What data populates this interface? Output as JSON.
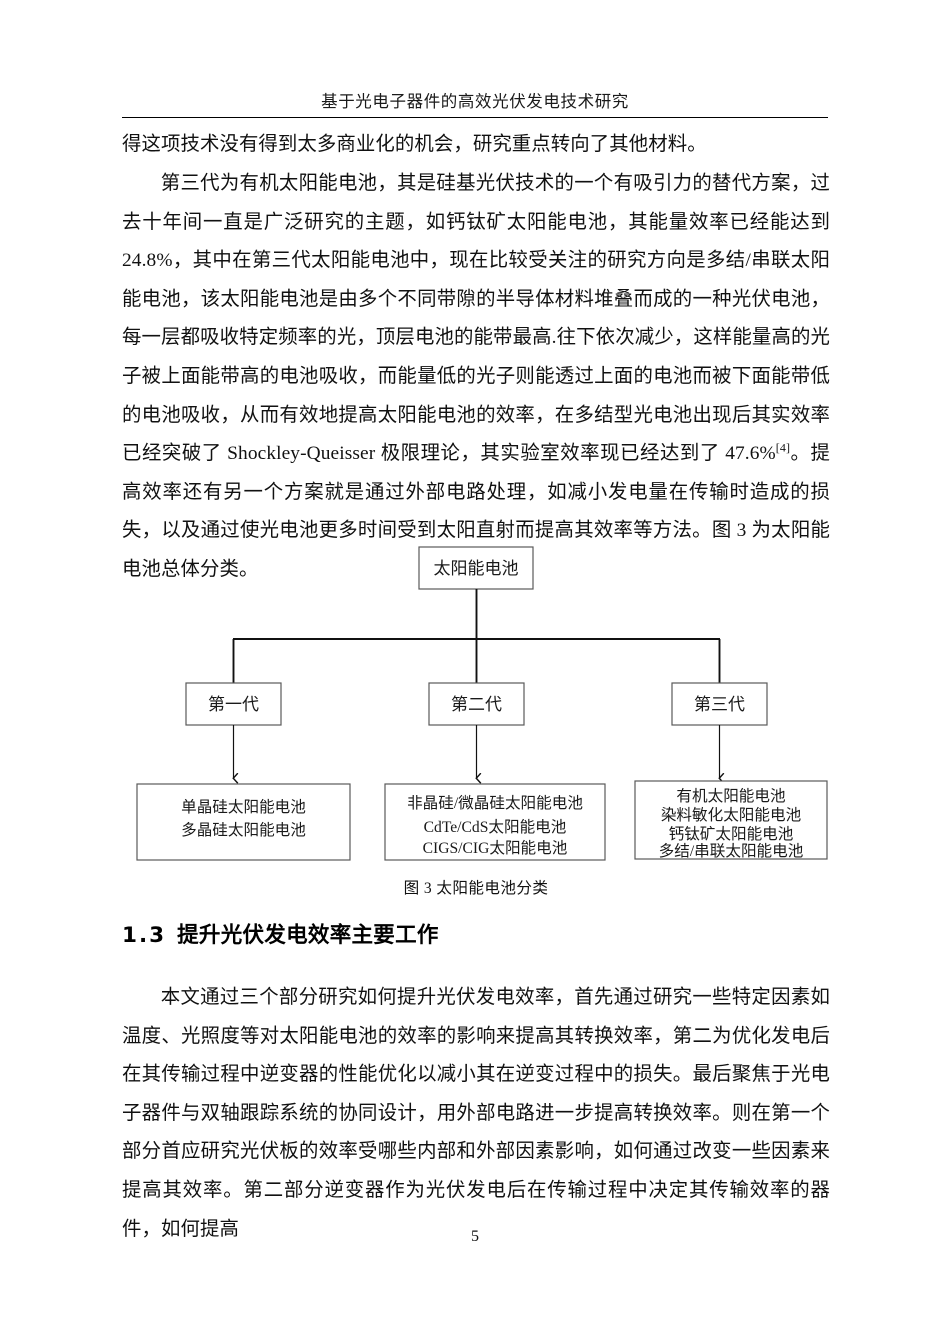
{
  "header": {
    "title": "基于光电子器件的高效光伏发电技术研究"
  },
  "body": {
    "paragraph_1": "得这项技术没有得到太多商业化的机会，研究重点转向了其他材料。",
    "paragraph_2_part1": "第三代为有机太阳能电池，其是硅基光伏技术的一个有吸引力的替代方案，过去十年间一直是广泛研究的主题，如钙钛矿太阳能电池，其能量效率已经能达到 24.8%，其中在第三代太阳能电池中，现在比较受关注的研究方向是多结/串联太阳能电池，该太阳能电池是由多个不同带隙的半导体材料堆叠而成的一种光伏电池，每一层都吸收特定频率的光，顶层电池的能带最高.往下依次减少，这样能量高的光子被上面能带高的电池吸收，而能量低的光子则能透过上面的电池而被下面能带低的电池吸收，从而有效地提高太阳能电池的效率，在多结型光电池出现后其实效率已经突破了 Shockley-Queisser 极限理论，其实验室效率现已经达到了 47.6%",
    "paragraph_2_ref": "[4]",
    "paragraph_2_part2": "。提高效率还有另一个方案就是通过外部电路处理，如减小发电量在传输时造成的损失，以及通过使光电池更多时间受到太阳直射而提高其效率等方法。图 3 为太阳能电池总体分类。",
    "paragraph_3": "本文通过三个部分研究如何提升光伏发电效率，首先通过研究一些特定因素如温度、光照度等对太阳能电池的效率的影响来提高其转换效率，第二为优化发电后在其传输过程中逆变器的性能优化以减小其在逆变过程中的损失。最后聚焦于光电子器件与双轴跟踪系统的协同设计，用外部电路进一步提高转换效率。则在第一个部分首应研究光伏板的效率受哪些内部和外部因素影响，如何通过改变一些因素来提高其效率。第二部分逆变器作为光伏发电后在传输过程中决定其传输效率的器件，如何提高"
  },
  "figure": {
    "caption": "图 3  太阳能电池分类",
    "root": "太阳能电池",
    "generations": [
      {
        "label": "第一代"
      },
      {
        "label": "第二代"
      },
      {
        "label": "第三代"
      }
    ],
    "leaf_groups": [
      {
        "lines": [
          "单晶硅太阳能电池",
          "多晶硅太阳能电池"
        ]
      },
      {
        "lines": [
          "非晶硅/微晶硅太阳能电池",
          "CdTe/CdS太阳能电池",
          "CIGS/CIG太阳能电池"
        ]
      },
      {
        "lines": [
          "有机太阳能电池",
          "染料敏化太阳能电池",
          "钙钛矿太阳能电池",
          "多结/串联太阳能电池"
        ]
      }
    ]
  },
  "heading": {
    "number": "1.3",
    "text": "提升光伏发电效率主要工作"
  },
  "footer": {
    "page_number": "5"
  },
  "colors": {
    "text": "#111111",
    "rule": "#000000",
    "box_border": "#595959",
    "connector": "#000000",
    "background": "#ffffff"
  }
}
